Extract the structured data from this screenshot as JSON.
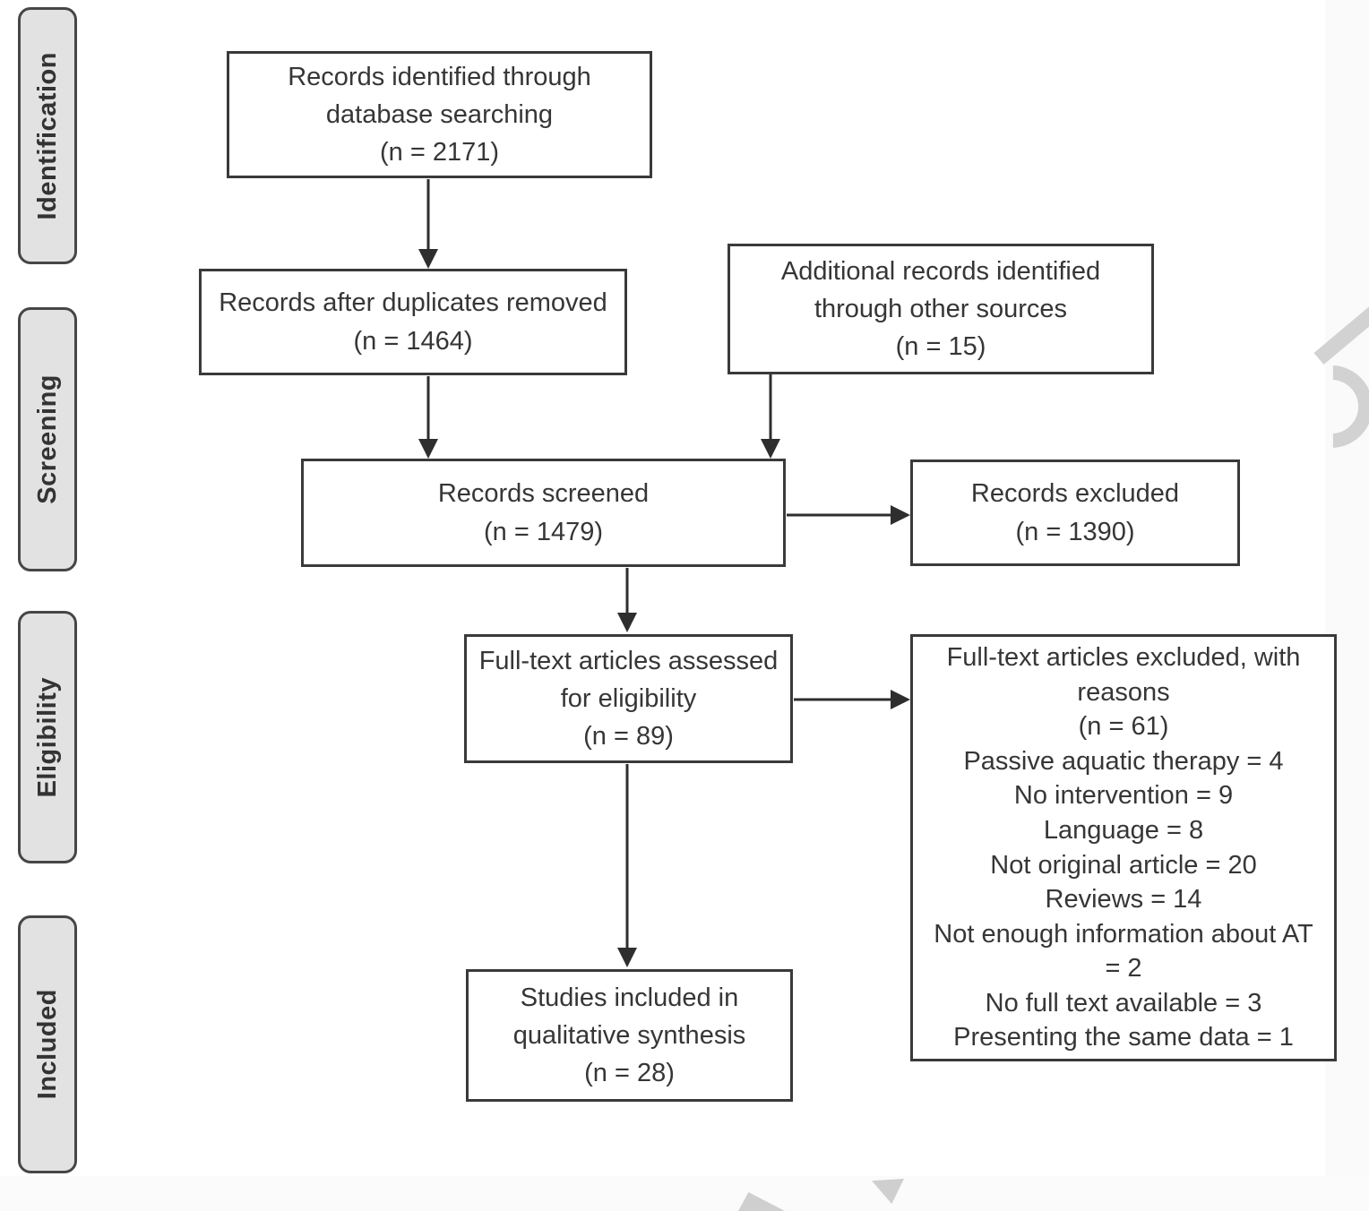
{
  "stages": {
    "identification": "Identification",
    "screening": "Screening",
    "eligibility": "Eligibility",
    "included": "Included"
  },
  "boxes": {
    "identified": {
      "lines": [
        "Records identified through",
        "database searching",
        "(n = 2171)"
      ]
    },
    "after_duplicates": {
      "lines": [
        "Records after duplicates removed",
        "(n = 1464)"
      ]
    },
    "additional_sources": {
      "lines": [
        "Additional records identified",
        "through other sources",
        "(n = 15)"
      ]
    },
    "screened": {
      "lines": [
        "Records screened",
        "(n = 1479)"
      ]
    },
    "excluded": {
      "lines": [
        "Records excluded",
        "(n = 1390)"
      ]
    },
    "fulltext_assessed": {
      "lines": [
        "Full-text articles assessed",
        "for eligibility",
        "(n = 89)"
      ]
    },
    "fulltext_excluded": {
      "lines": [
        "Full-text articles excluded, with",
        "reasons",
        "(n = 61)",
        "Passive aquatic therapy = 4",
        "No intervention = 9",
        "Language = 8",
        "Not original article = 20",
        "Reviews = 14",
        "Not enough information about AT",
        "= 2",
        "No full text available = 3",
        "Presenting the same data = 1"
      ]
    },
    "included_qualitative": {
      "lines": [
        "Studies included in",
        "qualitative synthesis",
        "(n = 28)"
      ]
    }
  },
  "colors": {
    "box_border": "#3a3a3a",
    "stage_fill": "#e2e2e2",
    "stage_border": "#464646",
    "text": "#363636",
    "arrow": "#2e2e2e",
    "watermark": "#d2d2d2"
  }
}
